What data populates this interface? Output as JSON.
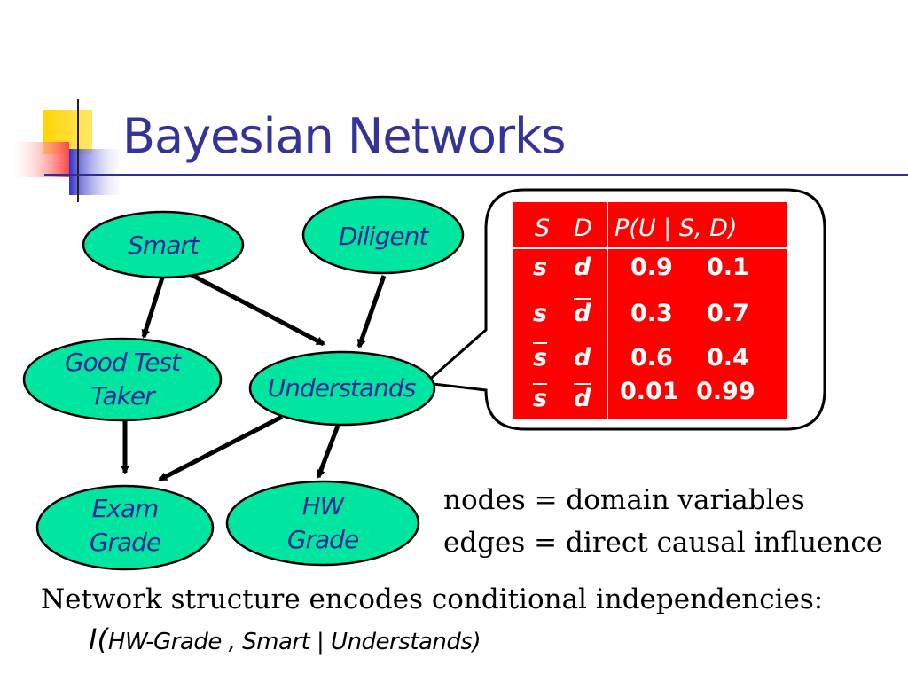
{
  "slide": {
    "title": "Bayesian Networks"
  },
  "network": {
    "nodes": [
      {
        "id": "smart",
        "label": "Smart"
      },
      {
        "id": "diligent",
        "label": "Diligent"
      },
      {
        "id": "good-test-taker",
        "label": "Good Test\nTaker"
      },
      {
        "id": "understands",
        "label": "Understands"
      },
      {
        "id": "exam-grade",
        "label": "Exam\nGrade"
      },
      {
        "id": "hw-grade",
        "label": "HW\nGrade"
      }
    ],
    "edges": [
      {
        "from": "smart",
        "to": "good-test-taker"
      },
      {
        "from": "smart",
        "to": "understands"
      },
      {
        "from": "diligent",
        "to": "understands"
      },
      {
        "from": "good-test-taker",
        "to": "exam-grade"
      },
      {
        "from": "understands",
        "to": "exam-grade"
      },
      {
        "from": "understands",
        "to": "hw-grade"
      }
    ],
    "node_fill": "#00e5a0",
    "node_text_color": "#2a2a96"
  },
  "cpt": {
    "header": {
      "s": "S",
      "d": "D",
      "p": "P(U | S, D)"
    },
    "rows": [
      {
        "s": "s",
        "d": "d",
        "v1": "0.9",
        "v2": "0.1"
      },
      {
        "s": "s",
        "d": "d",
        "v1": "0.3",
        "v2": "0.7"
      },
      {
        "s": "s",
        "d": "d",
        "v1": "0.6",
        "v2": "0.4"
      },
      {
        "s": "s",
        "d": "d",
        "v1": "0.01",
        "v2": "0.99"
      }
    ],
    "background": "#ff0000"
  },
  "legend": {
    "nodes_line": "nodes = domain variables",
    "edges_line": "edges = direct causal influence"
  },
  "footer": {
    "statement": "Network structure encodes conditional independencies:",
    "independence_prefix": "I(",
    "independence_body": "HW-Grade , Smart | Understands)"
  }
}
